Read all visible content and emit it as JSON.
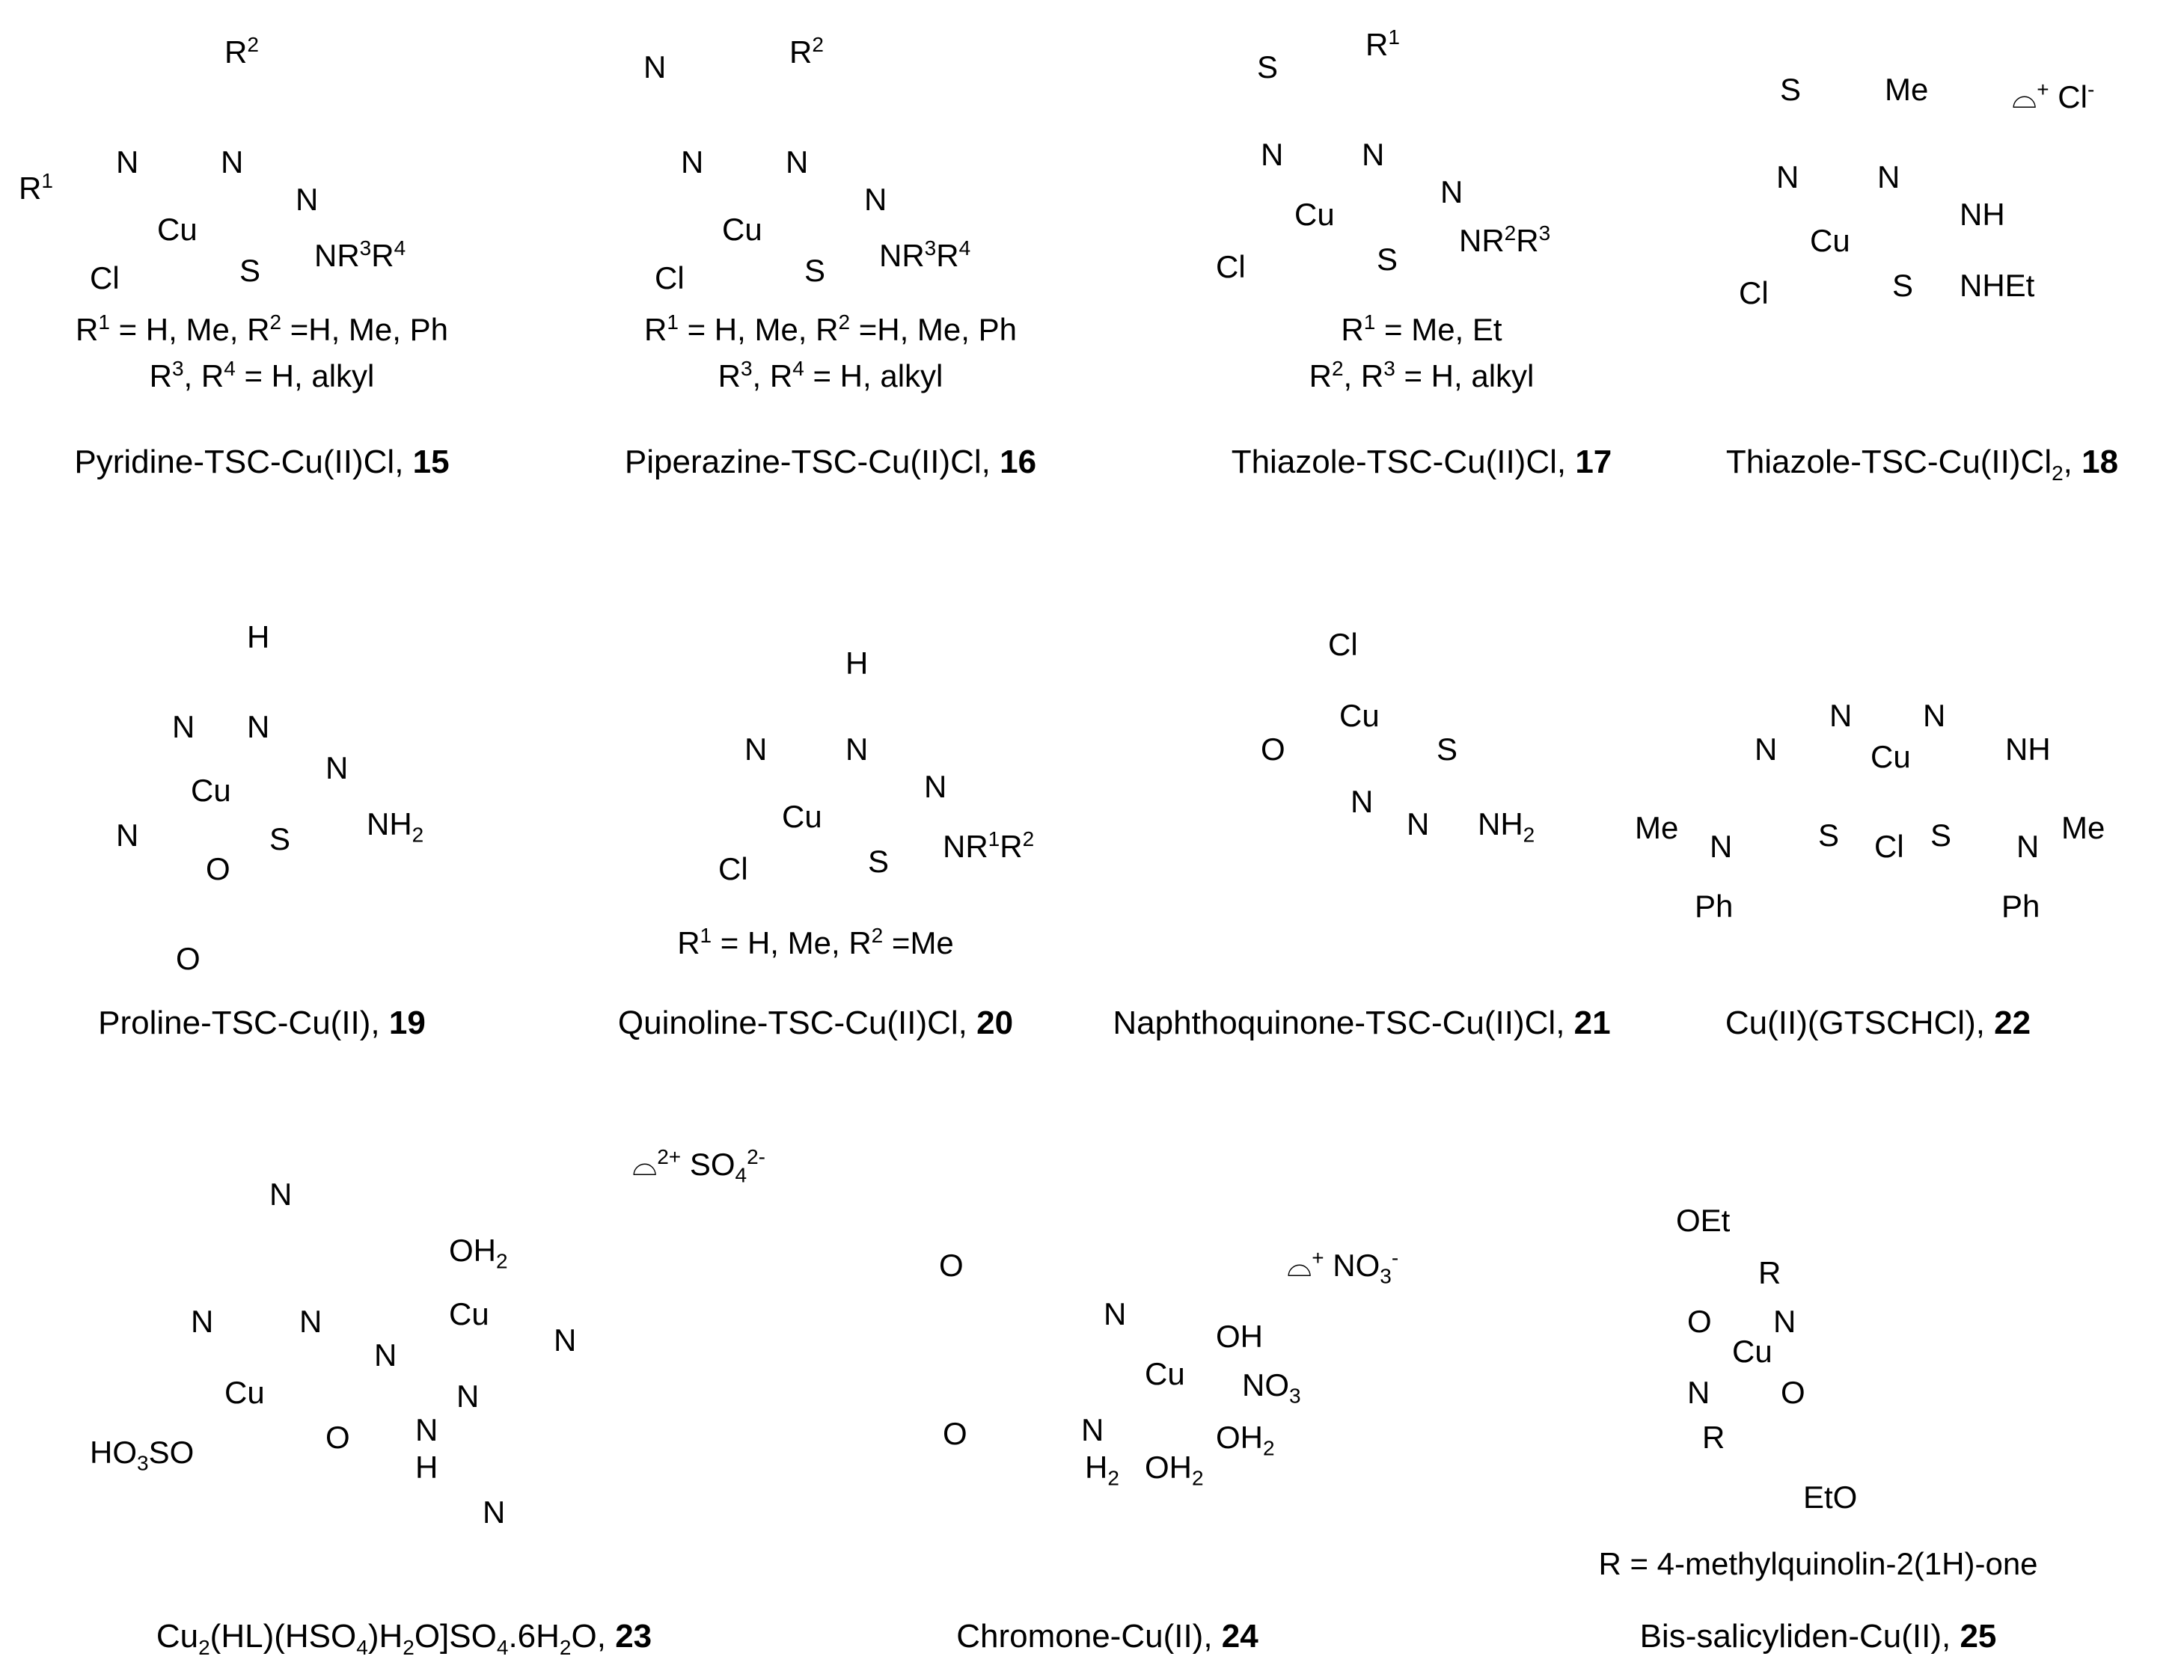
{
  "complexes": [
    {
      "atoms": [
        "R<sup>2</sup>",
        "R<sup>1</sup>",
        "N",
        "N",
        "N",
        "Cu",
        "Cl",
        "S",
        "NR<sup>3</sup>R<sup>4</sup>"
      ],
      "substituents": [
        "R<sup>1</sup> = H, Me, R<sup>2</sup> =H, Me, Ph",
        "R<sup>3</sup>, R<sup>4</sup> = H, alkyl"
      ],
      "name": "Pyridine-TSC-Cu(II)Cl, ",
      "number": "15"
    },
    {
      "atoms": [
        "N",
        "R<sup>2</sup>",
        "N",
        "N",
        "N",
        "Cu",
        "Cl",
        "S",
        "NR<sup>3</sup>R<sup>4</sup>"
      ],
      "substituents": [
        "R<sup>1</sup> = H, Me, R<sup>2</sup> =H, Me, Ph",
        "R<sup>3</sup>, R<sup>4</sup> = H, alkyl"
      ],
      "name": "Piperazine-TSC-Cu(II)Cl, ",
      "number": "16"
    },
    {
      "atoms": [
        "S",
        "R<sup>1</sup>",
        "N",
        "N",
        "N",
        "Cu",
        "Cl",
        "S",
        "NR<sup>2</sup>R<sup>3</sup>"
      ],
      "substituents": [
        "R<sup>1</sup> = Me, Et",
        "R<sup>2</sup>, R<sup>3</sup> = H, alkyl"
      ],
      "name": "Thiazole-TSC-Cu(II)Cl, ",
      "number": "17"
    },
    {
      "atoms": [
        "S",
        "Me",
        "N",
        "N",
        "NH",
        "Cu",
        "Cl",
        "S",
        "NHEt"
      ],
      "counter_ion": "&#8979;<sup>+</sup> Cl<sup>-</sup>",
      "substituents": [],
      "name": "Thiazole-TSC-Cu(II)Cl<sub>2</sub>, ",
      "number": "18"
    },
    {
      "atoms": [
        "H",
        "N",
        "N",
        "N",
        "Cu",
        "N",
        "O",
        "S",
        "NH<sub>2</sub>",
        "O"
      ],
      "substituents": [],
      "name": "Proline-TSC-Cu(II), ",
      "number": "19"
    },
    {
      "atoms": [
        "H",
        "N",
        "N",
        "N",
        "Cu",
        "Cl",
        "S",
        "NR<sup>1</sup>R<sup>2</sup>"
      ],
      "substituents": [
        "R<sup>1</sup> = H, Me, R<sup>2</sup> =Me"
      ],
      "name": "Quinoline-TSC-Cu(II)Cl, ",
      "number": "20"
    },
    {
      "atoms": [
        "Cl",
        "Cu",
        "O",
        "S",
        "N",
        "N",
        "NH<sub>2</sub>"
      ],
      "substituents": [],
      "name": "Naphthoquinone-TSC-Cu(II)Cl, ",
      "number": "21"
    },
    {
      "atoms": [
        "N",
        "N",
        "Cu",
        "N",
        "NH",
        "Me",
        "N",
        "S",
        "Cl",
        "S",
        "N",
        "Me",
        "Ph",
        "Ph"
      ],
      "substituents": [],
      "name": "Cu(II)(GTSCHCl), ",
      "number": "22"
    },
    {
      "atoms": [
        "N",
        "OH<sub>2</sub>",
        "Cu",
        "N",
        "N",
        "N",
        "N",
        "Cu",
        "N",
        "HO<sub>3</sub>SO",
        "O",
        "N",
        "H",
        "N"
      ],
      "counter_ion": "&#8979;<sup>2+</sup> SO<sub>4</sub><sup>2-</sup>",
      "substituents": [],
      "name": "Cu<sub>2</sub>(HL)(HSO<sub>4</sub>)H<sub>2</sub>O]SO<sub>4</sub>.6H<sub>2</sub>O, ",
      "number": "23"
    },
    {
      "atoms": [
        "O",
        "N",
        "OH",
        "Cu",
        "NO<sub>3</sub>",
        "O",
        "N",
        "H<sub>2</sub>",
        "OH<sub>2</sub>",
        "OH<sub>2</sub>"
      ],
      "counter_ion": "&#8979;<sup>+</sup> NO<sub>3</sub><sup>-</sup>",
      "substituents": [],
      "name": "Chromone-Cu(II), ",
      "number": "24"
    },
    {
      "atoms": [
        "OEt",
        "R",
        "O",
        "N",
        "Cu",
        "N",
        "O",
        "R",
        "EtO"
      ],
      "substituents": [
        "R = 4-methylquinolin-2(1H)-one"
      ],
      "name": "Bis-salicyliden-Cu(II), ",
      "number": "25"
    }
  ]
}
